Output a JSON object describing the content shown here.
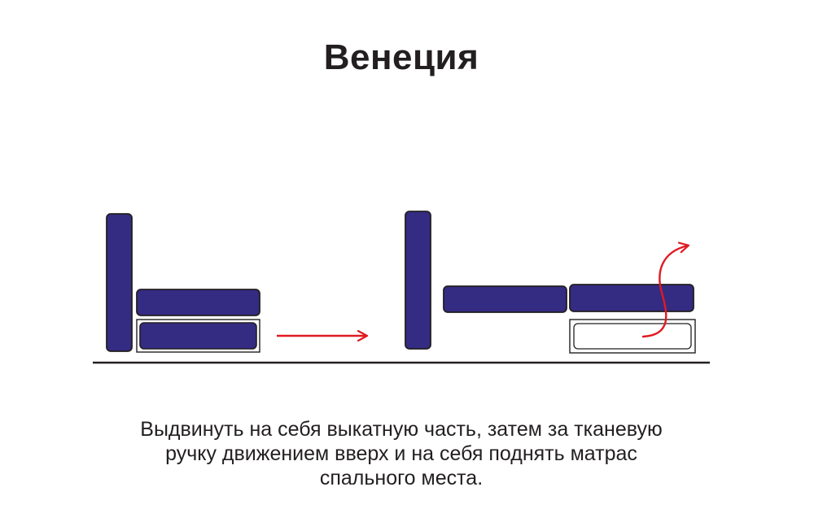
{
  "title": "Венеция",
  "caption_lines": [
    "Выдвинуть на себя выкатную часть, затем за тканевую",
    "ручку движением вверх и на себя поднять матрас",
    "спального места."
  ],
  "colors": {
    "cushion_fill": "#342b83",
    "outline": "#231f20",
    "arrow": "#e01a22",
    "drawer_fill": "#ffffff",
    "floor": "#231f20"
  },
  "steps": [
    {
      "name": "folded",
      "parts": [
        "backrest",
        "seat-cushion",
        "rolled-in-drawer"
      ]
    },
    {
      "name": "unfolded",
      "parts": [
        "backrest",
        "seat-cushion",
        "mattress-cushion",
        "rolled-out-drawer"
      ]
    }
  ],
  "arrows": [
    {
      "name": "step-transition-arrow",
      "direction": "right"
    },
    {
      "name": "lift-mattress-arrow",
      "direction": "up"
    }
  ]
}
